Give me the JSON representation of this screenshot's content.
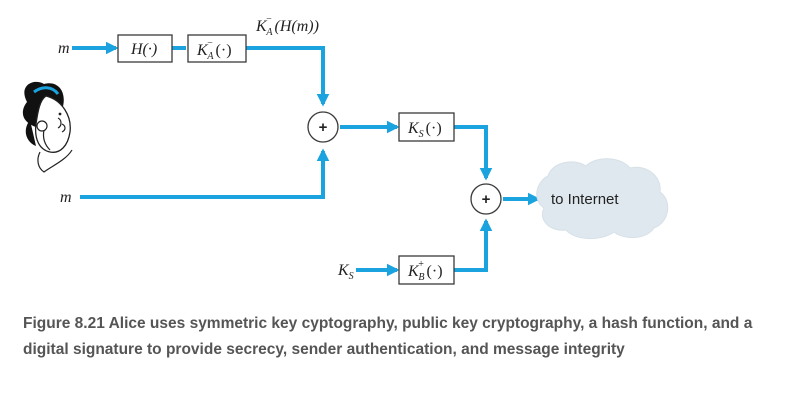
{
  "diagram": {
    "input_m_top": "m",
    "input_m_bottom": "m",
    "input_ks": "K",
    "input_ks_sub": "S",
    "hash_box": "H(·)",
    "signed_hash_label": {
      "k": "K",
      "sup": "−",
      "sub": "A",
      "rest": "(H(m))"
    },
    "private_key_box": {
      "k": "K",
      "sup": "−",
      "sub": "A",
      "rest": "(·)"
    },
    "session_key_box": {
      "k": "K",
      "sub": "S",
      "rest": "(·)"
    },
    "public_key_box": {
      "k": "K",
      "sup": "+",
      "sub": "B",
      "rest": "(·)"
    },
    "plus_top": "+",
    "plus_bottom": "+",
    "destination": "to Internet",
    "colors": {
      "flow": "#1aa3df",
      "cloud": "#dfe8ee",
      "caption": "#555555"
    }
  },
  "caption": {
    "figure_number": "Figure 8.21",
    "text": "Alice uses symmetric key cyptography, public key cryptography, a hash function, and a digital signature to provide secrecy, sender authentication, and message integrity"
  }
}
